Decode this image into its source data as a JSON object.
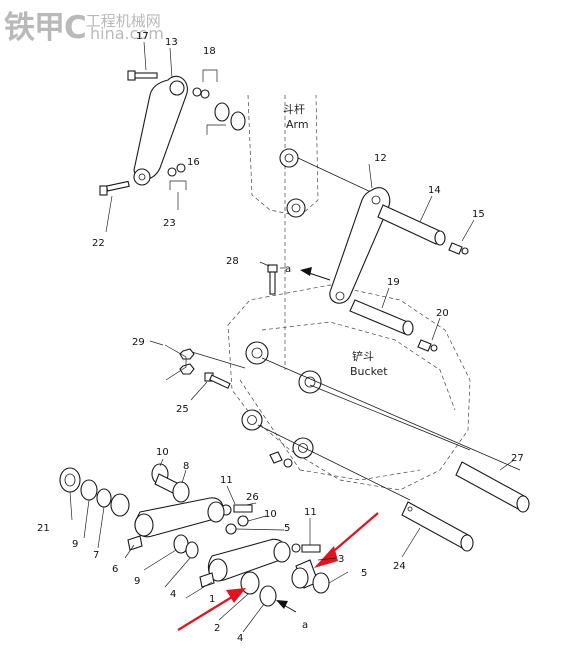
{
  "watermark": {
    "brand": "铁甲",
    "site_prefix": "C",
    "site": "hina.com",
    "subtitle": "工程机械网"
  },
  "labels": {
    "arm_cn": "斗杆",
    "arm_en": "Arm",
    "bucket_cn": "铲斗",
    "bucket_en": "Bucket",
    "marker_a": "a"
  },
  "parts": [
    {
      "no": "1"
    },
    {
      "no": "2"
    },
    {
      "no": "3"
    },
    {
      "no": "4"
    },
    {
      "no": "5"
    },
    {
      "no": "6"
    },
    {
      "no": "7"
    },
    {
      "no": "8"
    },
    {
      "no": "9"
    },
    {
      "no": "10"
    },
    {
      "no": "11"
    },
    {
      "no": "12"
    },
    {
      "no": "13"
    },
    {
      "no": "14"
    },
    {
      "no": "15"
    },
    {
      "no": "16"
    },
    {
      "no": "17"
    },
    {
      "no": "18"
    },
    {
      "no": "19"
    },
    {
      "no": "20"
    },
    {
      "no": "21"
    },
    {
      "no": "22"
    },
    {
      "no": "23"
    },
    {
      "no": "24"
    },
    {
      "no": "25"
    },
    {
      "no": "26"
    },
    {
      "no": "27"
    },
    {
      "no": "28"
    },
    {
      "no": "29"
    }
  ],
  "colors": {
    "highlight_arrow": "#e0141e",
    "line": "#1a1a1a",
    "watermark": "#b9b9b9"
  }
}
